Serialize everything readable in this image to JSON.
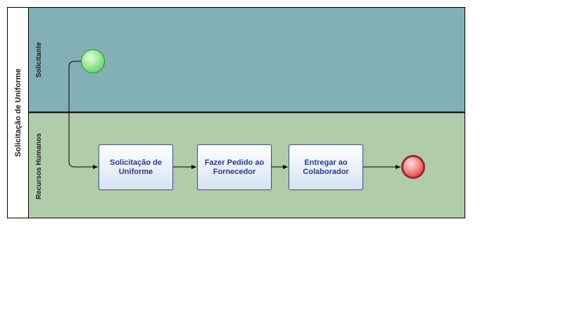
{
  "pool": {
    "title": "Solicitação de Uniforme",
    "colors": {
      "border": "#000000",
      "header": "#ffffff"
    }
  },
  "lanes": [
    {
      "id": "solicitante",
      "label": "Solicitante",
      "color": "#82b0b6"
    },
    {
      "id": "rh",
      "label": "Recursos Humanos",
      "color": "#b0cca9"
    }
  ],
  "tasks": [
    {
      "id": "t1",
      "lines": [
        "Solicitação de",
        "Uniforme"
      ]
    },
    {
      "id": "t2",
      "lines": [
        "Fazer Pedido ao",
        "Fornecedor"
      ]
    },
    {
      "id": "t3",
      "lines": [
        "Entregar ao",
        "Colaborador"
      ]
    }
  ],
  "events": {
    "start": {
      "type": "start-event",
      "color": "#5fd35f"
    },
    "end": {
      "type": "end-event",
      "color": "#e8393e"
    }
  },
  "colors": {
    "task_border": "#3a4a8a",
    "task_fill_top": "#ffffff",
    "task_fill_bottom": "#d6e2f3",
    "flow": "#000000"
  }
}
